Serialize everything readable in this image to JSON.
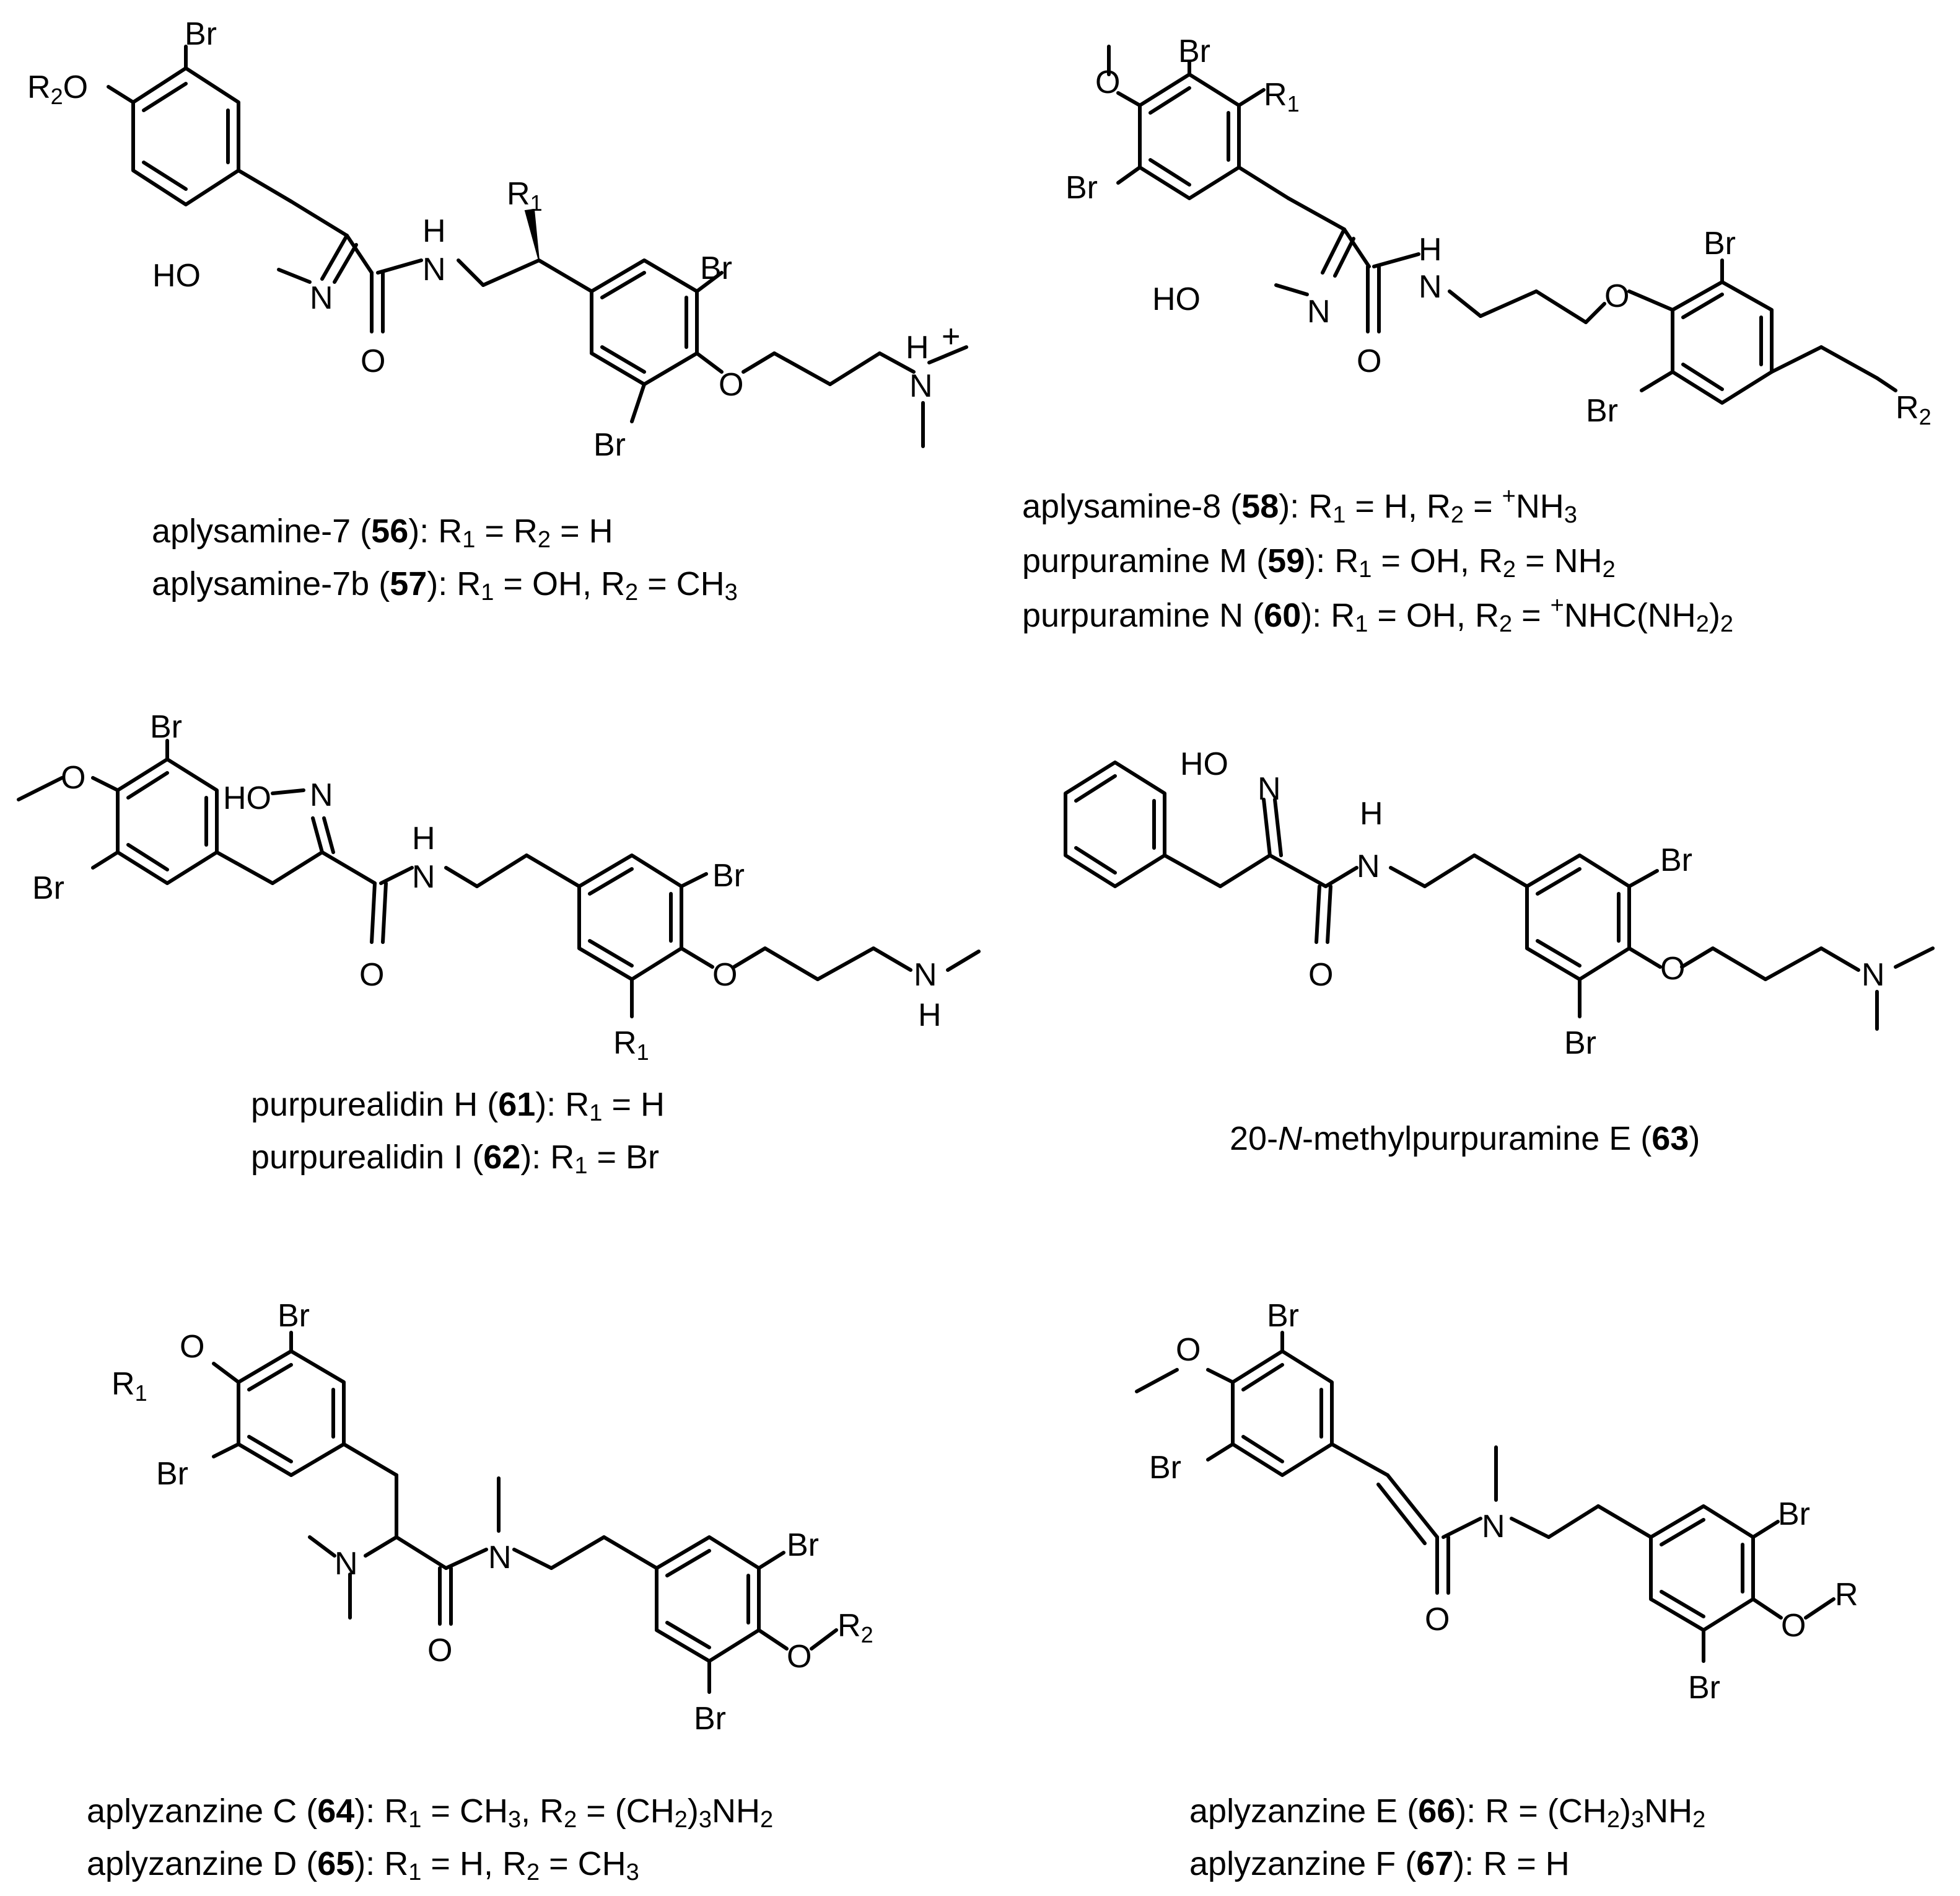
{
  "structures": [
    {
      "caption_lines": [
        {
          "name": "aplysamine-7",
          "num": "56",
          "tail": ": R1 = R2 = H"
        },
        {
          "name": "aplysamine-7b",
          "num": "57",
          "tail": ": R1 = OH, R2 = CH3"
        }
      ]
    },
    {
      "caption_lines": [
        {
          "name": "aplysamine-8",
          "num": "58",
          "tail": ": R1 = H, R2 = +NH3"
        },
        {
          "name": "purpuramine M",
          "num": "59",
          "tail": ": R1 = OH, R2 = NH2"
        },
        {
          "name": "purpuramine N",
          "num": "60",
          "tail": ": R1 = OH, R2 = +NHC(NH2)2"
        }
      ]
    },
    {
      "caption_lines": [
        {
          "name": "purpurealidin H",
          "num": "61",
          "tail": ": R1 = H"
        },
        {
          "name": "purpurealidin I",
          "num": "62",
          "tail": ": R1 = Br"
        }
      ]
    },
    {
      "caption_lines": [
        {
          "name": "20-N-methylpurpuramine E",
          "num": "63",
          "tail": ""
        }
      ]
    },
    {
      "caption_lines": [
        {
          "name": "aplyzanzine C",
          "num": "64",
          "tail": ": R1 = CH3, R2 = (CH2)3NH2"
        },
        {
          "name": "aplyzanzine D",
          "num": "65",
          "tail": ": R1 = H, R2 = CH3"
        }
      ]
    },
    {
      "caption_lines": [
        {
          "name": "aplyzanzine E",
          "num": "66",
          "tail": ": R = (CH2)3NH2"
        },
        {
          "name": "aplyzanzine F",
          "num": "67",
          "tail": ": R = H"
        }
      ]
    }
  ],
  "atom_labels": {
    "br": "Br",
    "o": "O",
    "n": "N",
    "h": "H",
    "ho": "HO",
    "r": "R",
    "r1": "R1",
    "r2": "R2",
    "r2o": "R2O",
    "plus": "+",
    "sub1": "1",
    "sub2": "2"
  }
}
